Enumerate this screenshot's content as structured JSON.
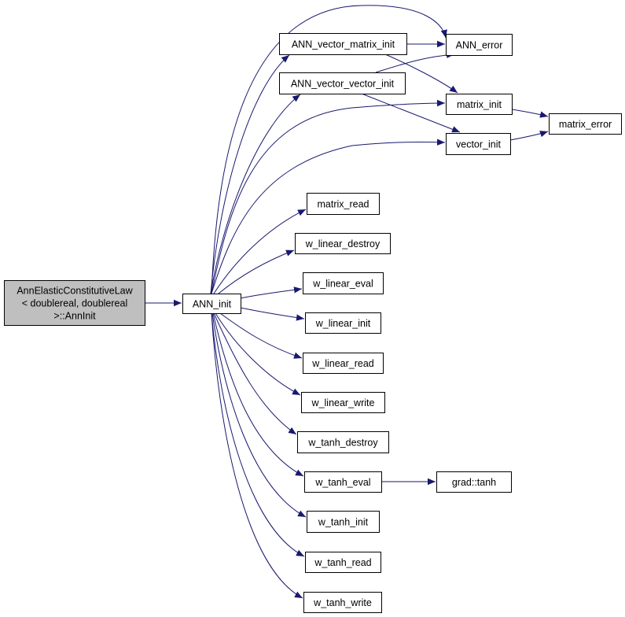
{
  "colors": {
    "edge": "#191970",
    "node_fill": "#ffffff",
    "root_fill": "#bfbfbf",
    "border": "#000000"
  },
  "nodes": [
    {
      "id": "root",
      "lines": [
        "AnnElasticConstitutiveLaw",
        "< doublereal, doublereal",
        ">::AnnInit"
      ],
      "root": true
    },
    {
      "id": "ann_init",
      "lines": [
        "ANN_init"
      ]
    },
    {
      "id": "ann_vector_matrix_init",
      "lines": [
        "ANN_vector_matrix_init"
      ]
    },
    {
      "id": "ann_vector_vector_init",
      "lines": [
        "ANN_vector_vector_init"
      ]
    },
    {
      "id": "ann_error",
      "lines": [
        "ANN_error"
      ]
    },
    {
      "id": "matrix_init",
      "lines": [
        "matrix_init"
      ]
    },
    {
      "id": "vector_init",
      "lines": [
        "vector_init"
      ]
    },
    {
      "id": "matrix_error",
      "lines": [
        "matrix_error"
      ]
    },
    {
      "id": "matrix_read",
      "lines": [
        "matrix_read"
      ]
    },
    {
      "id": "w_linear_destroy",
      "lines": [
        "w_linear_destroy"
      ]
    },
    {
      "id": "w_linear_eval",
      "lines": [
        "w_linear_eval"
      ]
    },
    {
      "id": "w_linear_init",
      "lines": [
        "w_linear_init"
      ]
    },
    {
      "id": "w_linear_read",
      "lines": [
        "w_linear_read"
      ]
    },
    {
      "id": "w_linear_write",
      "lines": [
        "w_linear_write"
      ]
    },
    {
      "id": "w_tanh_destroy",
      "lines": [
        "w_tanh_destroy"
      ]
    },
    {
      "id": "w_tanh_eval",
      "lines": [
        "w_tanh_eval"
      ]
    },
    {
      "id": "grad_tanh",
      "lines": [
        "grad::tanh"
      ]
    },
    {
      "id": "w_tanh_init",
      "lines": [
        "w_tanh_init"
      ]
    },
    {
      "id": "w_tanh_read",
      "lines": [
        "w_tanh_read"
      ]
    },
    {
      "id": "w_tanh_write",
      "lines": [
        "w_tanh_write"
      ]
    }
  ],
  "edges": [
    {
      "from": "root",
      "to": "ann_init"
    },
    {
      "from": "ann_init",
      "to": "ann_error"
    },
    {
      "from": "ann_init",
      "to": "ann_vector_matrix_init"
    },
    {
      "from": "ann_init",
      "to": "ann_vector_vector_init"
    },
    {
      "from": "ann_init",
      "to": "matrix_init"
    },
    {
      "from": "ann_init",
      "to": "vector_init"
    },
    {
      "from": "ann_init",
      "to": "matrix_read"
    },
    {
      "from": "ann_init",
      "to": "w_linear_destroy"
    },
    {
      "from": "ann_init",
      "to": "w_linear_eval"
    },
    {
      "from": "ann_init",
      "to": "w_linear_init"
    },
    {
      "from": "ann_init",
      "to": "w_linear_read"
    },
    {
      "from": "ann_init",
      "to": "w_linear_write"
    },
    {
      "from": "ann_init",
      "to": "w_tanh_destroy"
    },
    {
      "from": "ann_init",
      "to": "w_tanh_eval"
    },
    {
      "from": "ann_init",
      "to": "w_tanh_init"
    },
    {
      "from": "ann_init",
      "to": "w_tanh_read"
    },
    {
      "from": "ann_init",
      "to": "w_tanh_write"
    },
    {
      "from": "ann_vector_matrix_init",
      "to": "ann_error"
    },
    {
      "from": "ann_vector_matrix_init",
      "to": "matrix_init"
    },
    {
      "from": "ann_vector_vector_init",
      "to": "ann_error"
    },
    {
      "from": "ann_vector_vector_init",
      "to": "vector_init"
    },
    {
      "from": "matrix_init",
      "to": "matrix_error"
    },
    {
      "from": "vector_init",
      "to": "matrix_error"
    },
    {
      "from": "w_tanh_eval",
      "to": "grad_tanh"
    }
  ]
}
